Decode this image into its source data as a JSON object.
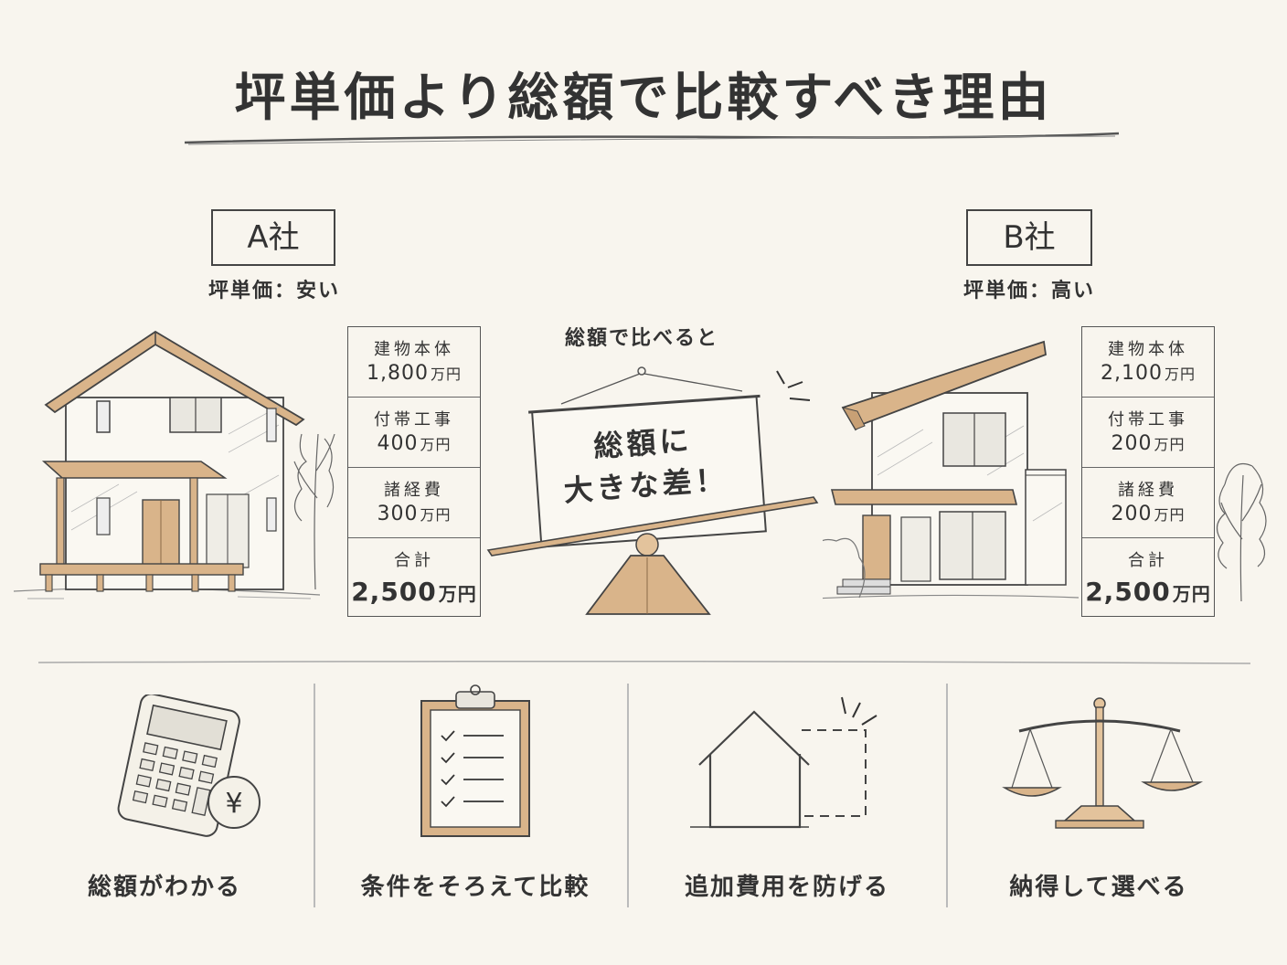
{
  "title": "坪単価より総額で比較すべき理由",
  "company_a": {
    "name": "A社",
    "price_note": "坪単価：安い",
    "costs": [
      {
        "label": "建物本体",
        "value": "1,800",
        "unit": "万円"
      },
      {
        "label": "付帯工事",
        "value": "400",
        "unit": "万円"
      },
      {
        "label": "諸経費",
        "value": "300",
        "unit": "万円"
      }
    ],
    "total": {
      "label": "合計",
      "value": "2,500",
      "unit": "万円"
    }
  },
  "company_b": {
    "name": "B社",
    "price_note": "坪単価：高い",
    "costs": [
      {
        "label": "建物本体",
        "value": "2,100",
        "unit": "万円"
      },
      {
        "label": "付帯工事",
        "value": "200",
        "unit": "万円"
      },
      {
        "label": "諸経費",
        "value": "200",
        "unit": "万円"
      }
    ],
    "total": {
      "label": "合計",
      "value": "2,500",
      "unit": "万円"
    }
  },
  "center": {
    "compare_label": "総額で比べると",
    "sign_line1": "総額に",
    "sign_line2": "大きな差！"
  },
  "benefits": [
    {
      "label": "総額がわかる",
      "icon": "calculator-yen-icon"
    },
    {
      "label": "条件をそろえて比較",
      "icon": "clipboard-checklist-icon"
    },
    {
      "label": "追加費用を防げる",
      "icon": "house-extension-icon"
    },
    {
      "label": "納得して選べる",
      "icon": "balance-scale-icon"
    }
  ],
  "colors": {
    "background": "#f8f5ee",
    "wood": "#d9b48a",
    "ink": "#333333"
  },
  "icons": {
    "yen_symbol": "¥"
  }
}
